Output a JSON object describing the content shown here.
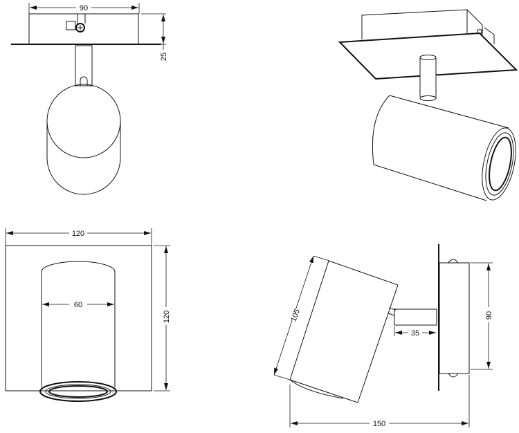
{
  "drawing": {
    "colors": {
      "line": "#111111",
      "background": "#ffffff"
    },
    "front_view": {
      "width_dim": "90",
      "height_dim": "25"
    },
    "isometric_view": {},
    "bottom_view": {
      "plate_width_dim": "120",
      "plate_height_dim": "120",
      "head_diameter_dim": "60"
    },
    "side_view": {
      "head_length_dim": "105",
      "arm_length_dim": "35",
      "box_height_dim": "90",
      "total_depth_dim": "150"
    }
  }
}
